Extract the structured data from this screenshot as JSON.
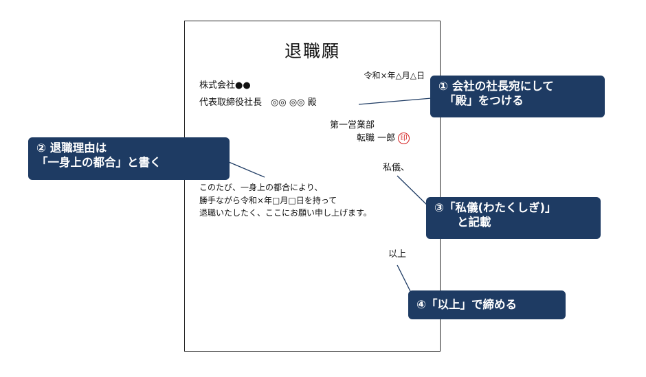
{
  "document": {
    "title": "退職願",
    "date": "令和×年△月△日",
    "company": "株式会社●●",
    "addressee": "代表取締役社長　◎◎ ◎◎ 殿",
    "department": "第一営業部",
    "sender_name": "転職 一郎",
    "seal_char": "印",
    "watakushi": "私儀、",
    "body_lines": [
      "このたび、一身上の都合により、",
      "勝手ながら令和×年□月□日を持って",
      "退職いたしたく、ここにお願い申し上げます。"
    ],
    "closing": "以上"
  },
  "callouts": [
    {
      "lines": [
        "① 会社の社長宛にして",
        "　「殿」をつける"
      ]
    },
    {
      "lines": [
        "② 退職理由は",
        "「一身上の都合」と書く"
      ]
    },
    {
      "lines": [
        "③「私儀(わたくしぎ)」",
        "　　と記載"
      ]
    },
    {
      "lines": [
        "④「以上」で締める"
      ]
    }
  ],
  "colors": {
    "callout_bg": "#1e3b63",
    "callout_text": "#ffffff",
    "seal": "#d42020",
    "connector": "#1e3b63"
  }
}
